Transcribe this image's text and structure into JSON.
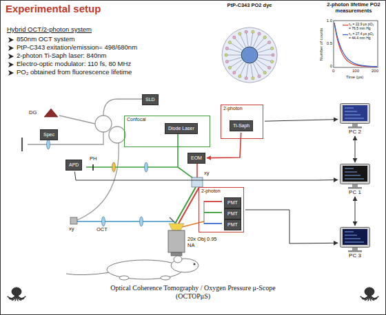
{
  "diagram": {
    "title": "Experimental setup",
    "caption": "Optical Coherence Tomography / Oxygen Pressure μ-Scope (OCTOPμS)",
    "nodes": [
      {
        "text": [
          "SLD"
        ]
      },
      {
        "text": [
          "Spec"
        ]
      },
      {
        "text": [
          "Confocal"
        ]
      },
      {
        "text": [
          "Diode Laser"
        ],
        "in": 2
      },
      {
        "text": [
          "2-photon"
        ]
      },
      {
        "text": [
          "Ti-Saph"
        ],
        "in": 4
      },
      {
        "text": [
          "EOM"
        ]
      },
      {
        "text": [
          "APD"
        ]
      },
      {
        "text": [
          "2-photon"
        ]
      },
      {
        "text": [
          "PMT"
        ],
        "in": 8
      },
      {
        "text": [
          "PMT"
        ],
        "in": 8
      },
      {
        "text": [
          "PMT"
        ],
        "in": 8
      },
      {
        "text": [
          "PC 2"
        ]
      },
      {
        "text": [
          "PC 1"
        ]
      },
      {
        "text": [
          "PC 3"
        ]
      }
    ],
    "edges": [
      {
        "from": 4,
        "to": 12,
        "arrow": "to"
      },
      {
        "from": 7,
        "to": 13,
        "arrow": "to"
      },
      {
        "from": 8,
        "to": 14,
        "arrow": "to"
      },
      {
        "from": 12,
        "to": 13,
        "arrow": "both"
      },
      {
        "from": 13,
        "to": 14,
        "arrow": "both"
      },
      {
        "from": 5,
        "to": 6,
        "arrow": "to"
      }
    ],
    "labels": [
      "Hybrid OCT/2-photon system",
      "850nm OCT system",
      "PtP-C343 exitation/emission= 498/680nm",
      "2-photon Ti-Saph laser: 840nm",
      "Electro-optic modulator: 110 fs, 80 MHz",
      "PO₂ obtained from fluorescence lifetime",
      "PtP-C343 PO2 dye",
      "2-photon lifetime PO2 measurements",
      "Number of counts",
      "1.0",
      "0.5",
      "0",
      "0",
      "100",
      "200",
      "Time (μs)",
      "DG",
      "PH",
      "xy",
      "xy",
      "OCT",
      "20x Obj 0.95 NA"
    ],
    "legend": [
      {
        "text": "τ₀ = 22.9 μs pO₂ = 76.5 mm Hg"
      },
      {
        "text": "τ₀ = 27.4 μs pO₂ = 44.4 mm Hg"
      }
    ]
  }
}
